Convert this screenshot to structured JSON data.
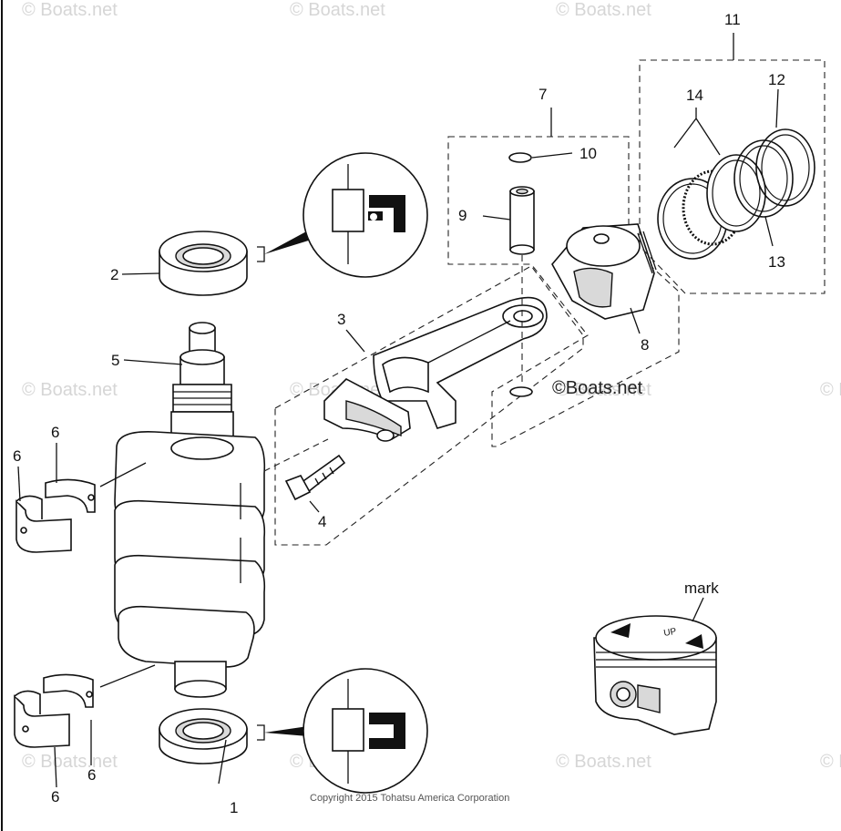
{
  "watermarks": [
    "© Boats.net",
    "© Boats.net",
    "© Boats.net",
    "© Boats.net",
    "© Boats.net",
    "© Boats.net",
    "© Boats.net",
    "© Boats.net",
    "© Boats.net",
    "© Boats.net",
    "© Boats.net"
  ],
  "callouts": {
    "c1": "1",
    "c2": "2",
    "c3": "3",
    "c4": "4",
    "c5": "5",
    "c6a": "6",
    "c6b": "6",
    "c6c": "6",
    "c6d": "6",
    "c7": "7",
    "c8": "8",
    "c9": "9",
    "c10": "10",
    "c11": "11",
    "c12": "12",
    "c13": "13",
    "c14": "14"
  },
  "mark_label": "mark",
  "piston_up": "UP",
  "stamp": "©Boats.net",
  "copyright": "Copyright 2015 Tohatsu America Corporation",
  "colors": {
    "line": "#111111",
    "watermark": "#d6d6d6",
    "shade": "#d9d9d9"
  }
}
